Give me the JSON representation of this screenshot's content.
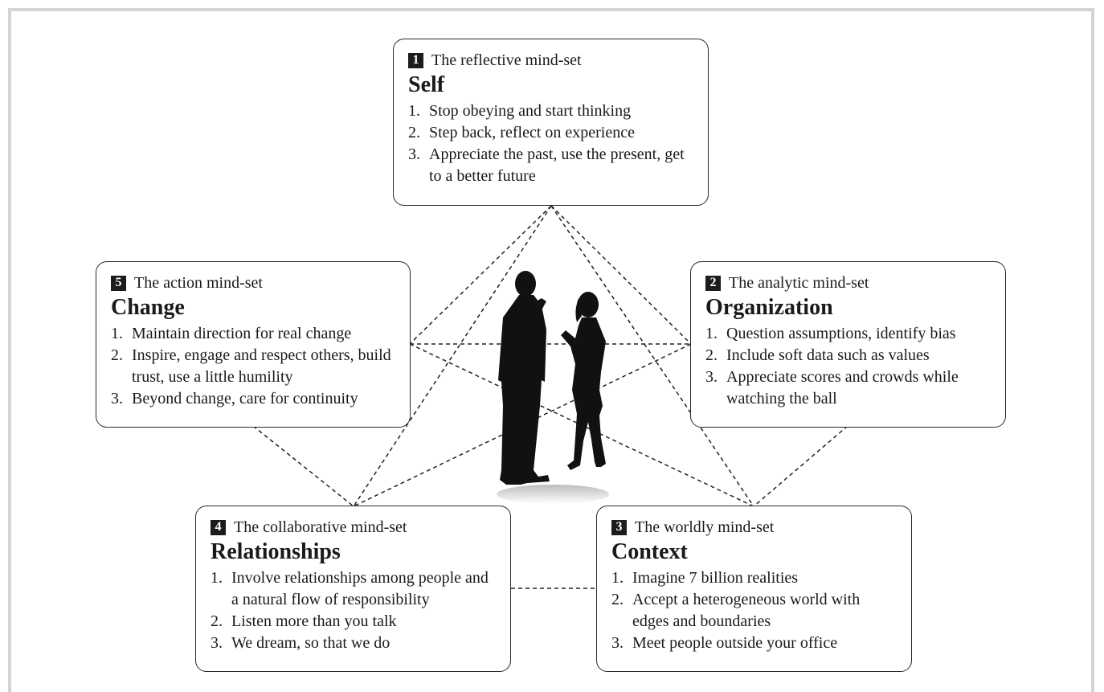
{
  "boxes": {
    "self": {
      "number": "1",
      "mindset": "The reflective mind-set",
      "title": "Self",
      "items": [
        {
          "n": "1.",
          "text": "Stop obeying and start thinking"
        },
        {
          "n": "2.",
          "text": "Step back, reflect on experience"
        },
        {
          "n": "3.",
          "text": "Appreciate the past, use the present, get to a better future"
        }
      ]
    },
    "organization": {
      "number": "2",
      "mindset": "The analytic mind-set",
      "title": "Organization",
      "items": [
        {
          "n": "1.",
          "text": "Question assumptions, identify bias"
        },
        {
          "n": "2.",
          "text": "Include soft data such as values"
        },
        {
          "n": "3.",
          "text": "Appreciate scores and crowds while watching the ball"
        }
      ]
    },
    "context": {
      "number": "3",
      "mindset": "The worldly mind-set",
      "title": "Context",
      "items": [
        {
          "n": "1.",
          "text": "Imagine 7 billion realities"
        },
        {
          "n": "2.",
          "text": "Accept a heterogeneous world with edges and boundaries"
        },
        {
          "n": "3.",
          "text": "Meet people outside your office"
        }
      ]
    },
    "relationships": {
      "number": "4",
      "mindset": "The collaborative mind-set",
      "title": "Relationships",
      "items": [
        {
          "n": "1.",
          "text": "Involve relationships among people and a natural flow of responsibility"
        },
        {
          "n": "2.",
          "text": "Listen more than you talk"
        },
        {
          "n": "3.",
          "text": "We dream, so that we do"
        }
      ]
    },
    "change": {
      "number": "5",
      "mindset": "The action mind-set",
      "title": "Change",
      "items": [
        {
          "n": "1.",
          "text": "Maintain direction for real change"
        },
        {
          "n": "2.",
          "text": "Inspire, engage and respect others, build trust, use a little humility"
        },
        {
          "n": "3.",
          "text": "Beyond change, care for continuity"
        }
      ]
    }
  },
  "colors": {
    "box_border": "#2a2a2a",
    "frame": "#d4d4d4",
    "silhouette": "#111111"
  }
}
